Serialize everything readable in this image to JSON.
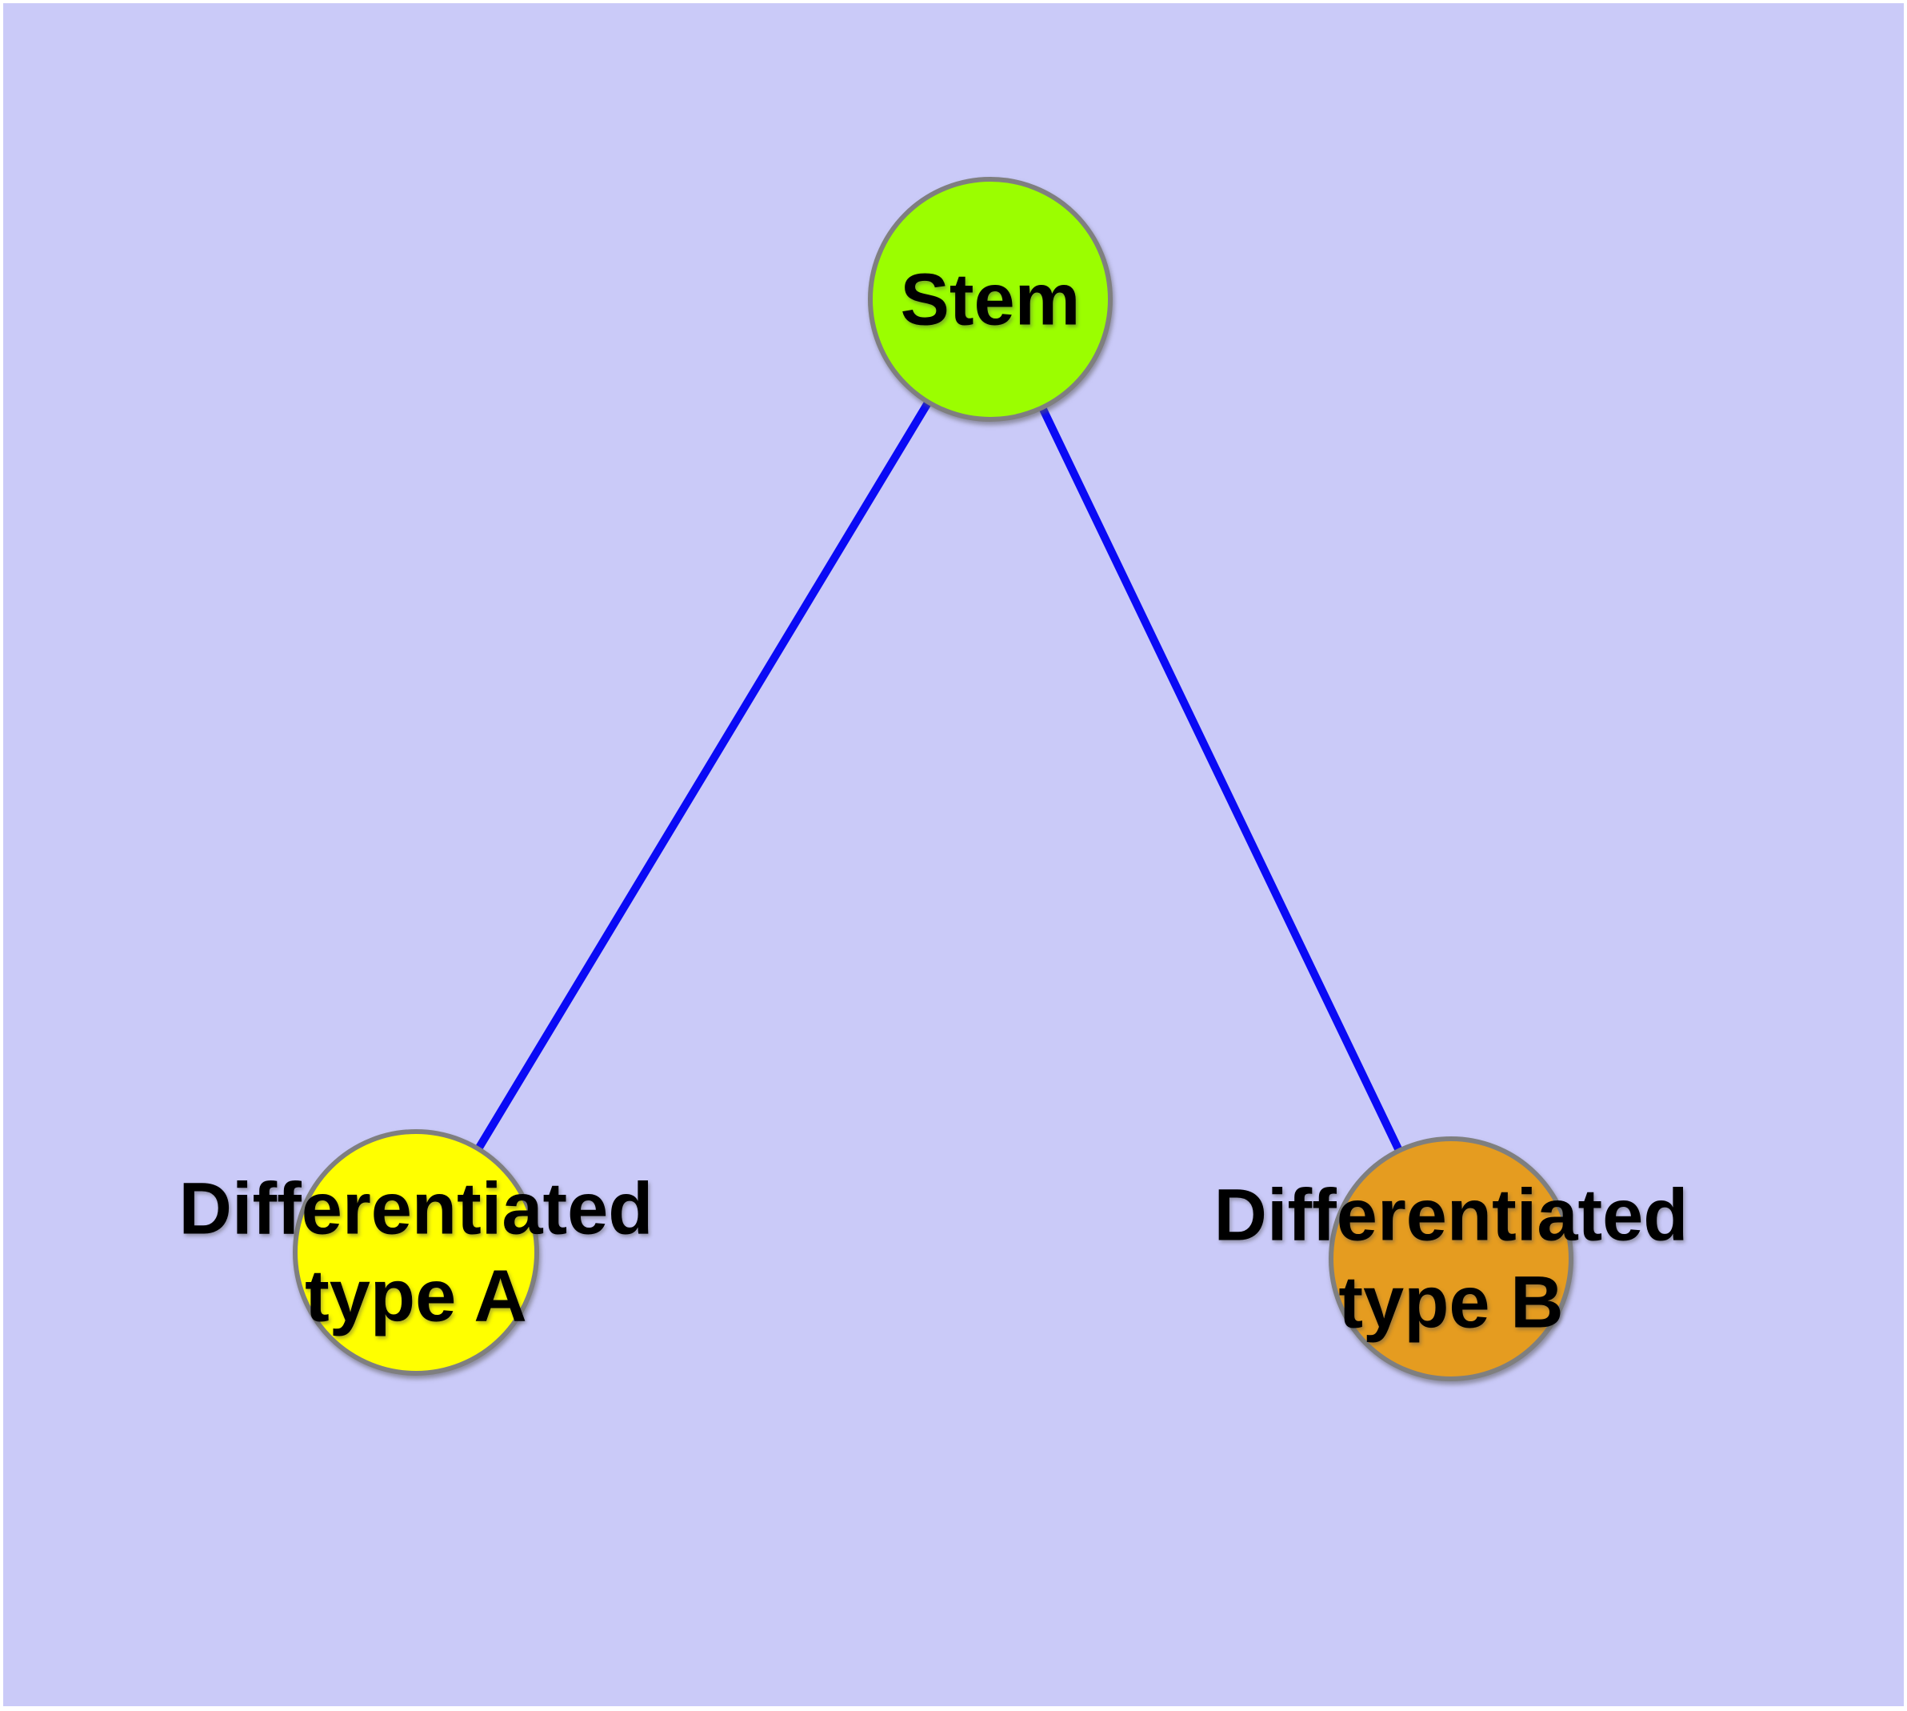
{
  "colors": {
    "background": "#cacaf8",
    "page_border": "#ffffff",
    "edge": "#0a0af5",
    "node_border": "#7f7f7f",
    "label_text": "#000000"
  },
  "graph": {
    "type": "node-link-diagram",
    "nodes": [
      {
        "id": "stem",
        "label": "Stem",
        "color": "#9bfe00"
      },
      {
        "id": "type-a",
        "label": "Differentiated type A",
        "line1": "Differentiated",
        "line2": "type A",
        "color": "#ffff00"
      },
      {
        "id": "type-b",
        "label": "Differentiated type B",
        "line1": "Differentiated",
        "line2": "type B",
        "color": "#e59c20"
      }
    ],
    "edges": [
      {
        "from": "stem",
        "to": "type-a"
      },
      {
        "from": "stem",
        "to": "type-b"
      }
    ]
  }
}
